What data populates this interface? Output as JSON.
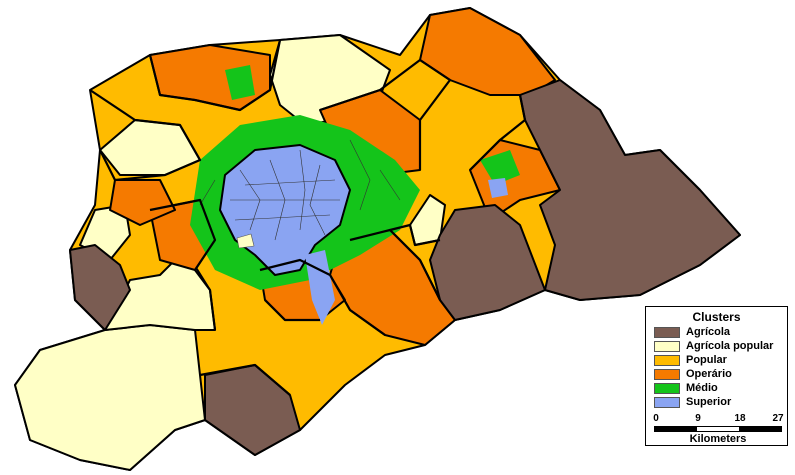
{
  "colors": {
    "agricola": "#7a5c52",
    "agricola_popular": "#ffffc6",
    "popular": "#ffbb00",
    "operario": "#f57a00",
    "medio": "#14c41a",
    "superior": "#8aa4f2",
    "outline": "#000000"
  },
  "legend": {
    "title": "Clusters",
    "items": [
      {
        "label": "Agrícola",
        "color": "#7a5c52"
      },
      {
        "label": "Agrícola popular",
        "color": "#ffffc6"
      },
      {
        "label": "Popular",
        "color": "#ffbb00"
      },
      {
        "label": "Operário",
        "color": "#f57a00"
      },
      {
        "label": "Médio",
        "color": "#14c41a"
      },
      {
        "label": "Superior",
        "color": "#8aa4f2"
      }
    ]
  },
  "scale_bar": {
    "ticks": [
      "0",
      "9",
      "18",
      "27"
    ],
    "unit": "Kilometers"
  }
}
